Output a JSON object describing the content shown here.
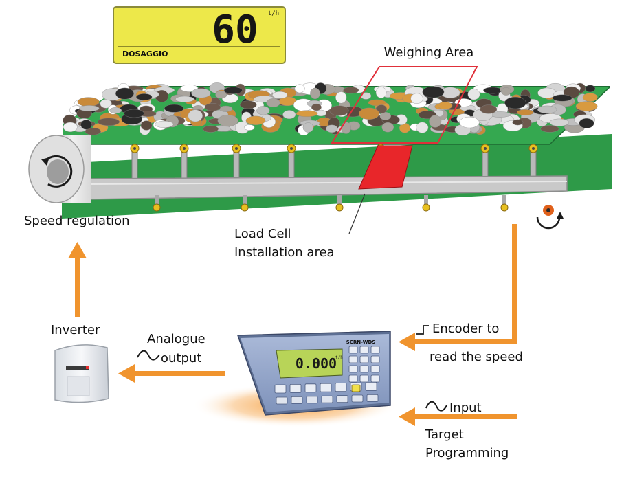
{
  "display": {
    "value": "60",
    "unit": "t/h",
    "label": "DOSAGGIO"
  },
  "labels": {
    "weighing_area": "Weighing Area",
    "speed_regulation": "Speed regulation",
    "load_cell_line1": "Load Cell",
    "load_cell_line2": "Installation area",
    "inverter": "Inverter",
    "analogue_line1": "Analogue",
    "analogue_line2": "output",
    "encoder_line1": "Encoder to",
    "encoder_line2": "read the speed",
    "input": "Input",
    "target_line1": "Target",
    "target_line2": "Programming"
  },
  "indicator": {
    "brand": "SCRN-WDS",
    "reading": "0.000",
    "unit": "t/h"
  },
  "colors": {
    "belt": "#2e9a48",
    "belt_dark": "#1e6b32",
    "arrow": "#f0942e",
    "weigh_frame": "#e0303a",
    "lcd_yellow": "#ede84a",
    "lcd_green": "#b8d458",
    "indicator_body": "#8fa3c7",
    "load_cell": "#e8262a",
    "roller_pin": "#e8c020"
  }
}
